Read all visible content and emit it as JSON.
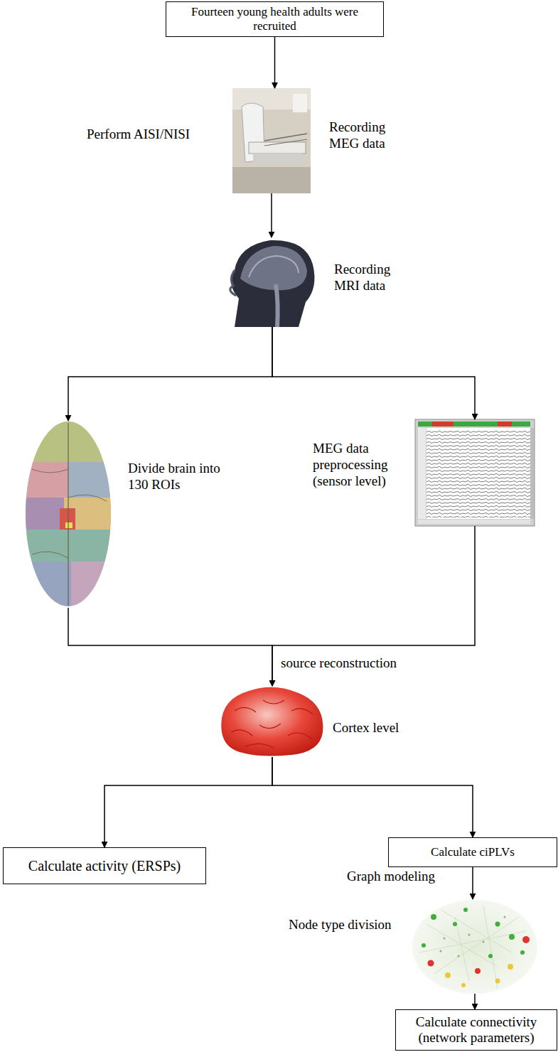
{
  "diagram": {
    "nodes": [
      {
        "text": [
          "Fourteen young health adults were recruited"
        ]
      },
      {
        "text": [
          "Perform AISI/NISI",
          "Recording MEG data"
        ]
      },
      {
        "text": [
          "Recording MRI data"
        ]
      },
      {
        "text": [
          "Divide brain into 130 ROIs"
        ]
      },
      {
        "text": [
          "MEG data preprocessing (sensor level)"
        ]
      },
      {
        "text": [
          "Cortex level"
        ]
      },
      {
        "text": [
          "Calculate activity (ERSPs)"
        ]
      },
      {
        "text": [
          "Calculate ciPLVs"
        ]
      },
      {
        "text": [
          "Node type division"
        ]
      },
      {
        "text": [
          "Calculate connectivity (network parameters)"
        ]
      }
    ],
    "edges": [
      {
        "from": 0,
        "to": 1,
        "arrow": "to"
      },
      {
        "from": 1,
        "to": 2,
        "arrow": "to"
      },
      {
        "from": 2,
        "to": 3,
        "arrow": "to"
      },
      {
        "from": 2,
        "to": 4,
        "arrow": "to"
      },
      {
        "from": 3,
        "to": 5,
        "arrow": "to"
      },
      {
        "from": 4,
        "to": 5,
        "label": "source reconstruction",
        "arrow": "to"
      },
      {
        "from": 5,
        "to": 6,
        "arrow": "to"
      },
      {
        "from": 5,
        "to": 7,
        "arrow": "to"
      },
      {
        "from": 7,
        "to": 8,
        "label": "Graph modeling",
        "arrow": "to"
      },
      {
        "from": 8,
        "to": 9,
        "arrow": "to"
      }
    ]
  }
}
